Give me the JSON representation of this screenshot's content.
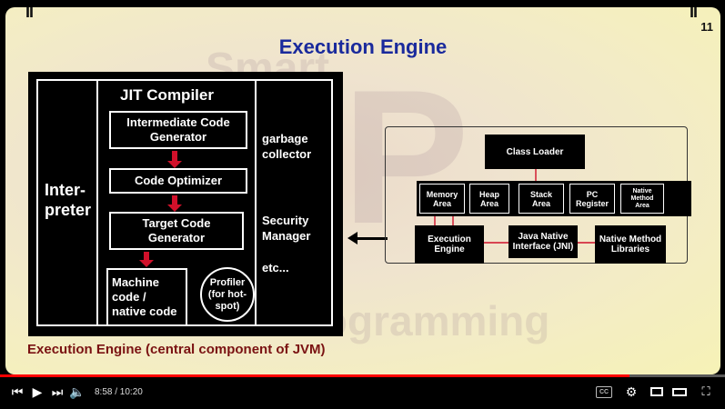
{
  "slide": {
    "title": "Execution Engine",
    "slide_number": "11",
    "corner_mark": "II",
    "caption": "Execution Engine (central component of JVM)",
    "watermark_top": "Smart",
    "watermark_bottom": "rogramming"
  },
  "jit_diagram": {
    "interpreter_line1": "Inter-",
    "interpreter_line2": "preter",
    "jit_title": "JIT Compiler",
    "box1_line1": "Intermediate Code",
    "box1_line2": "Generator",
    "box2": "Code Optimizer",
    "box3_line1": "Target Code",
    "box3_line2": "Generator",
    "box4_line1": "Machine",
    "box4_line2": "code /",
    "box4_line3": "native code",
    "profiler_line1": "Profiler",
    "profiler_line2": "(for hot-",
    "profiler_line3": "spot)",
    "right1_line1": "garbage",
    "right1_line2": "collector",
    "right2_line1": "Security",
    "right2_line2": "Manager",
    "right3": "etc..."
  },
  "jvm_diagram": {
    "class_loader": "Class Loader",
    "memory_areas": [
      {
        "line1": "Memory",
        "line2": "Area"
      },
      {
        "line1": "Heap",
        "line2": "Area"
      },
      {
        "line1": "Stack",
        "line2": "Area"
      },
      {
        "line1": "PC",
        "line2": "Register"
      },
      {
        "line1": "Native",
        "line2": "Method",
        "line3": "Area"
      }
    ],
    "execution_engine_line1": "Execution",
    "execution_engine_line2": "Engine",
    "jni_line1": "Java Native",
    "jni_line2": "Interface (JNI)",
    "nml_line1": "Native Method",
    "nml_line2": "Libraries"
  },
  "player": {
    "time": "8:58 / 10:20",
    "progress_fraction": 0.868,
    "icons": [
      "previous-icon",
      "play-icon",
      "next-icon",
      "volume-icon",
      "captions-icon",
      "settings-icon",
      "miniplayer-icon",
      "theater-icon",
      "fullscreen-icon"
    ],
    "accent_color": "#ff0000"
  }
}
